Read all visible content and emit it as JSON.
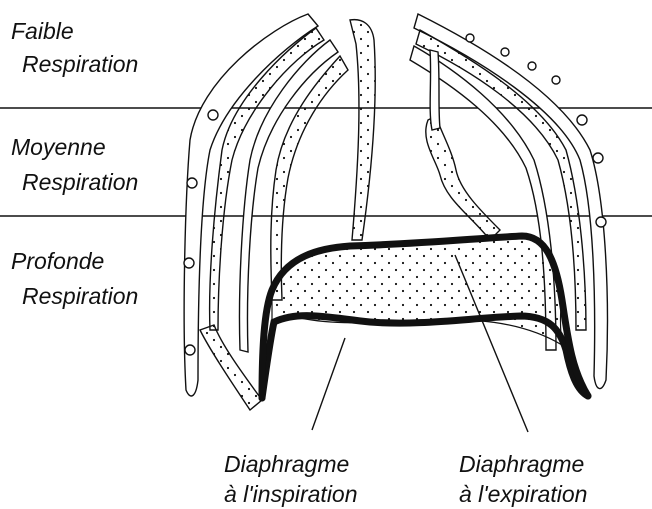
{
  "labels": {
    "faible": [
      "Faible",
      "Respiration"
    ],
    "moyenne": [
      "Moyenne",
      "Respiration"
    ],
    "profonde": [
      "Profonde",
      "Respiration"
    ]
  },
  "callouts": {
    "inspiration": [
      "Diaphragme",
      "à l'inspiration"
    ],
    "expiration": [
      "Diaphragme",
      "à l'expiration"
    ]
  },
  "colors": {
    "ink": "#111111",
    "background": "#ffffff"
  }
}
